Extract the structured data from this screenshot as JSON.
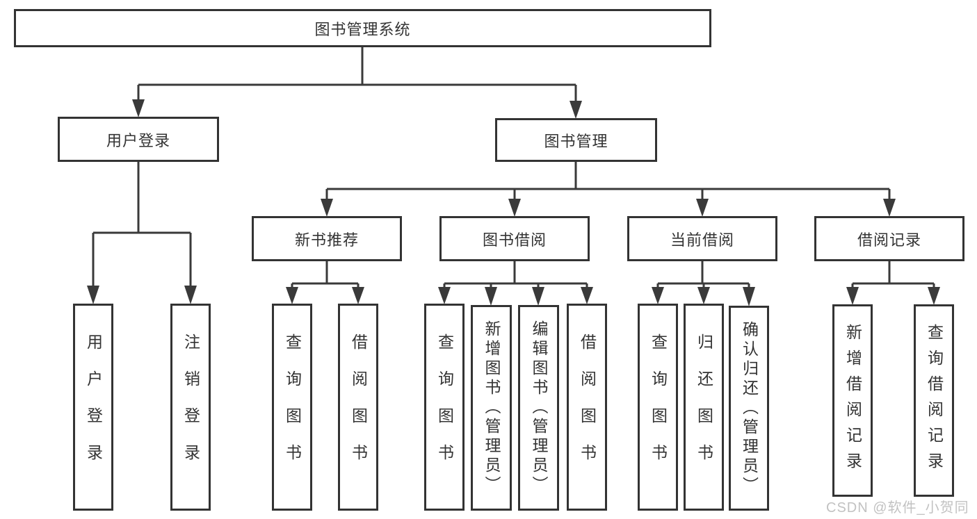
{
  "diagram": {
    "type": "hierarchy-tree",
    "root": {
      "label": "图书管理系统"
    },
    "level1": {
      "user_login": {
        "label": "用户登录"
      },
      "book_mgmt": {
        "label": "图书管理"
      }
    },
    "level2": {
      "new_book_rec": {
        "label": "新书推荐"
      },
      "book_borrow": {
        "label": "图书借阅"
      },
      "current_borrow": {
        "label": "当前借阅"
      },
      "borrow_records": {
        "label": "借阅记录"
      }
    },
    "leaves": {
      "user_login_children": {
        "login": {
          "label": "用户登录"
        },
        "logout": {
          "label": "注销登录"
        }
      },
      "new_book_rec_children": {
        "query_books": {
          "label": "查询图书"
        },
        "borrow_books": {
          "label": "借阅图书"
        }
      },
      "book_borrow_children": {
        "query_books": {
          "label": "查询图书"
        },
        "add_books": {
          "label": "新增图书（管理员）"
        },
        "edit_books": {
          "label": "编辑图书（管理员）"
        },
        "borrow_books": {
          "label": "借阅图书"
        }
      },
      "current_borrow_children": {
        "query_books": {
          "label": "查询图书"
        },
        "return_books": {
          "label": "归还图书"
        },
        "confirm_return": {
          "label": "确认归还（管理员）"
        }
      },
      "borrow_records_children": {
        "add_record": {
          "label": "新增借阅记录"
        },
        "query_record": {
          "label": "查询借阅记录"
        }
      }
    }
  },
  "watermark": "CSDN @软件_小贺同学",
  "colors": {
    "line": "#3a3a3a",
    "border": "#333333",
    "text": "#333333",
    "background": "#ffffff",
    "watermark": "#c2c2c2"
  }
}
